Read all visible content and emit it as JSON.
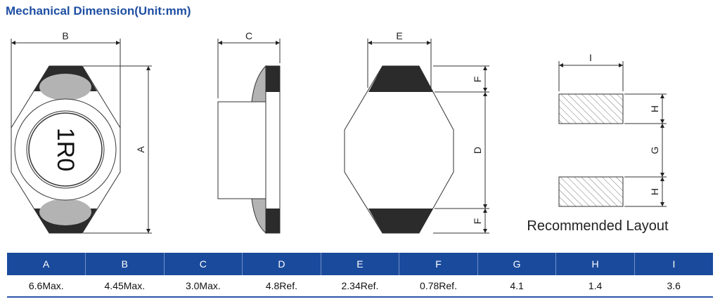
{
  "title": "Mechanical Dimension(Unit:mm)",
  "drawing_labels": {
    "A": "A",
    "B": "B",
    "C": "C",
    "D": "D",
    "E": "E",
    "F": "F",
    "G": "G",
    "H": "H",
    "I": "I",
    "marking": "1R0"
  },
  "layout_caption": "Recommended Layout",
  "table": {
    "headers": [
      "A",
      "B",
      "C",
      "D",
      "E",
      "F",
      "G",
      "H",
      "I"
    ],
    "values": [
      "6.6Max.",
      "4.45Max.",
      "3.0Max.",
      "4.8Ref.",
      "2.34Ref.",
      "0.78Ref.",
      "4.1",
      "1.4",
      "3.6"
    ]
  },
  "colors": {
    "title": "#1f4fa3",
    "header_bg": "#1a4a9c",
    "terminal": "#2b2b2b",
    "pad": "#b3b3b3"
  }
}
